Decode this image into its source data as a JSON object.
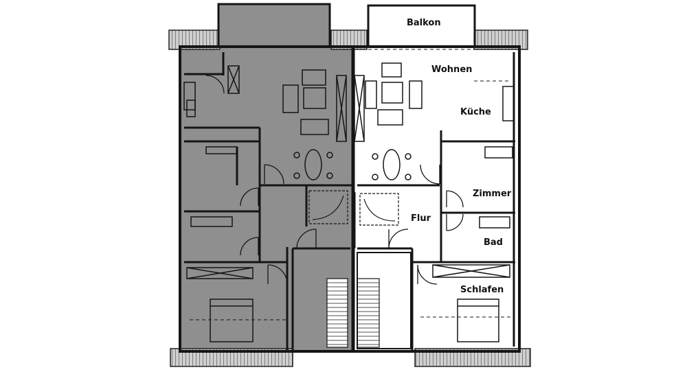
{
  "rooms": {
    "balkon": "Balkon",
    "wohnen": "Wohnen",
    "kueche": "Küche",
    "zimmer": "Zimmer",
    "flur": "Flur",
    "bad": "Bad",
    "schlafen": "Schlafen"
  },
  "colors": {
    "shaded_unit": "#8f8f8f",
    "plain_unit": "#ffffff",
    "wall": "#151515",
    "roof_hatch": "#bdbdbd"
  }
}
